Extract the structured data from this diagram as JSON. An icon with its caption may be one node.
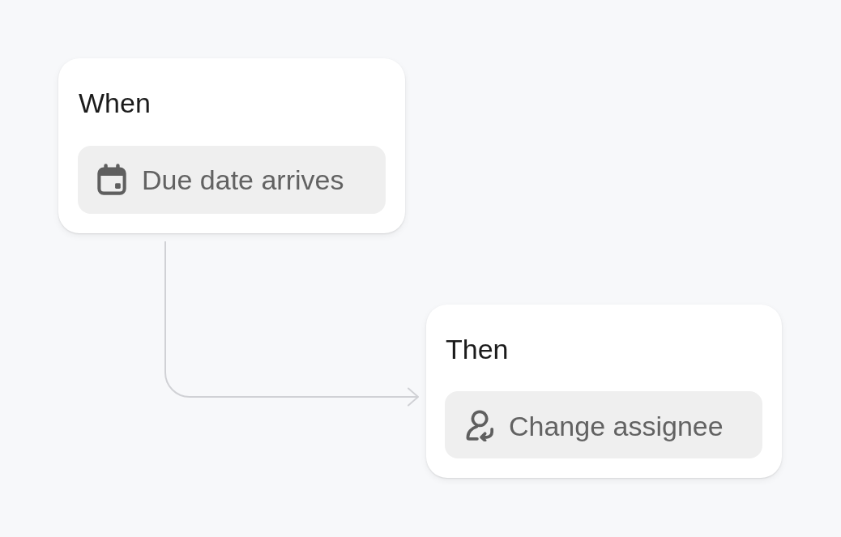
{
  "diagram": {
    "nodes": [
      {
        "text": [
          "When"
        ]
      },
      {
        "text": [
          "Due date arrives"
        ],
        "in": 0
      },
      {
        "text": [
          "Then"
        ]
      },
      {
        "text": [
          "Change assignee"
        ],
        "in": 2
      }
    ],
    "edges": [
      {
        "from": 0,
        "to": 2,
        "arrow": "to"
      }
    ]
  }
}
